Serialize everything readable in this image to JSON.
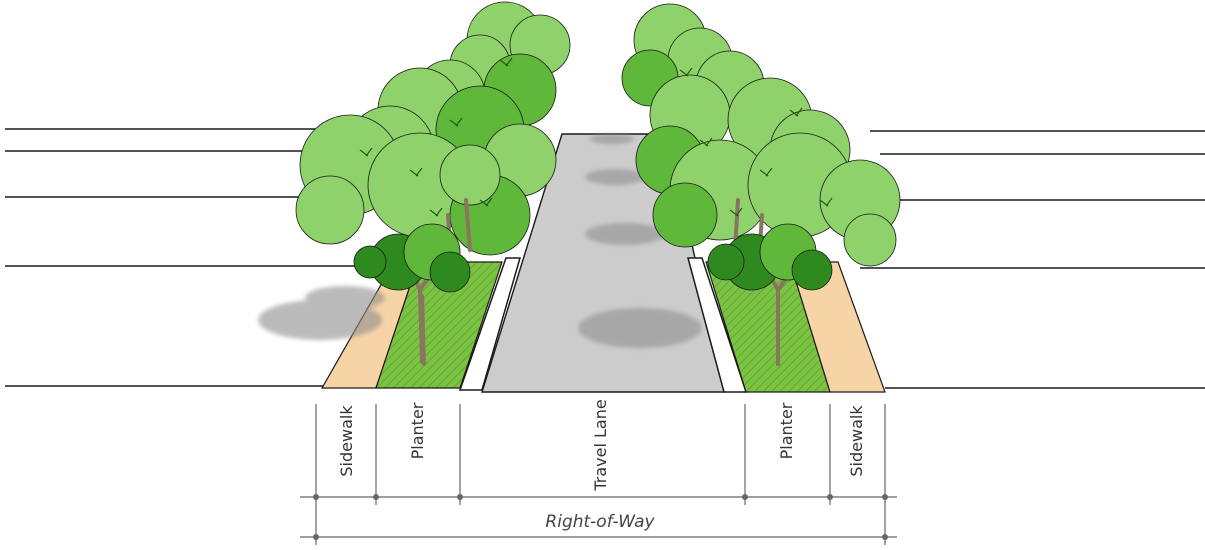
{
  "diagram": {
    "segments": [
      {
        "label": "Sidewalk"
      },
      {
        "label": "Planter"
      },
      {
        "label": "Travel Lane"
      },
      {
        "label": "Planter"
      },
      {
        "label": "Sidewalk"
      }
    ],
    "right_of_way_label": "Right-of-Way",
    "colors": {
      "sidewalk": "#f7d4a6",
      "planter": "#7cc243",
      "planter_hatch": "#5fa832",
      "lane": "#cccccc",
      "curb": "#ffffff",
      "tree_light": "#8fd16a",
      "tree_mid": "#5fb83a",
      "tree_dark": "#2e8a1f",
      "trunk": "#8a7560",
      "shadow": "#9a9a9a",
      "line": "#1a1a1a"
    }
  }
}
